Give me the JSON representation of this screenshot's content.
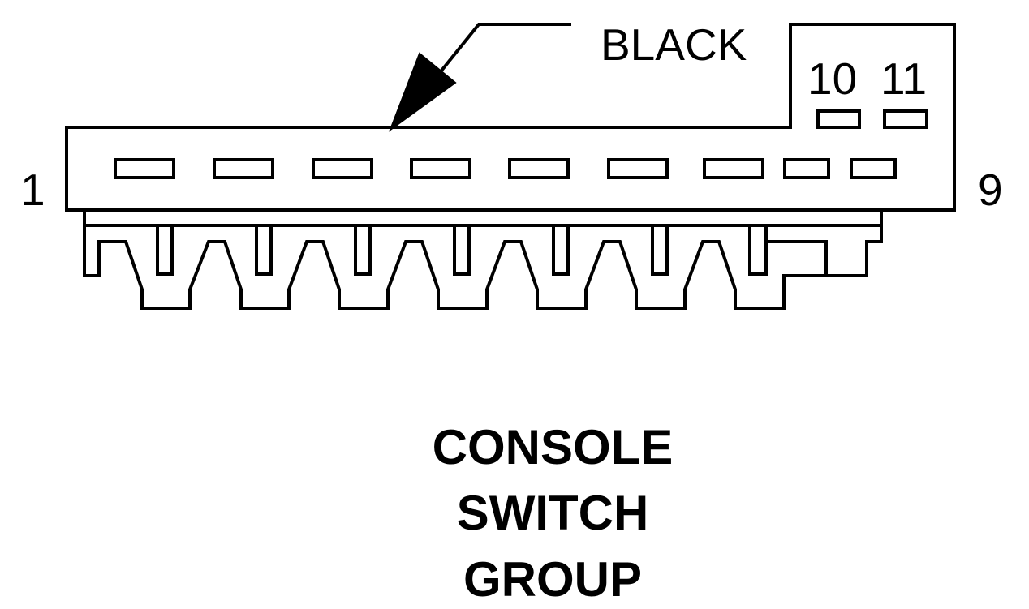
{
  "diagram": {
    "callout_label": "BLACK",
    "pin_labels": {
      "first": "1",
      "last": "9",
      "aux_left": "10",
      "aux_right": "11"
    },
    "title_lines": [
      "CONSOLE",
      "SWITCH",
      "GROUP"
    ],
    "colors": {
      "line": "#000000",
      "background": "#ffffff"
    }
  }
}
